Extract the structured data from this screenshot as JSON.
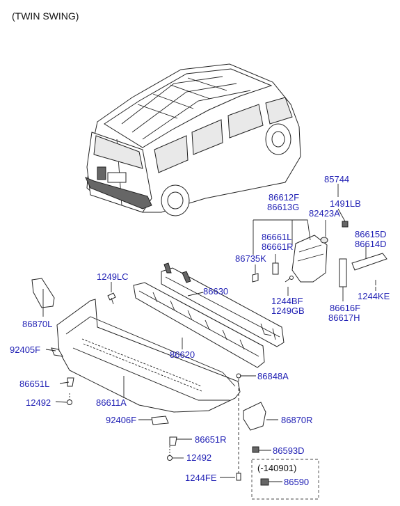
{
  "title": "(TWIN SWING)",
  "note": "(-140901)",
  "labels": {
    "p85744": "85744",
    "p86612F": "86612F",
    "p86613G": "86613G",
    "p1491LB": "1491LB",
    "p82423A": "82423A",
    "p86661L": "86661L",
    "p86661R": "86661R",
    "p86615D": "86615D",
    "p86614D": "86614D",
    "p86735K": "86735K",
    "p1249LC": "1249LC",
    "p86630": "86630",
    "p1244KE": "1244KE",
    "p1244BF": "1244BF",
    "p1249GB": "1249GB",
    "p86616F": "86616F",
    "p86617H": "86617H",
    "p86870L": "86870L",
    "p92405F": "92405F",
    "p86620": "86620",
    "p86848A": "86848A",
    "p86651L": "86651L",
    "p86611A": "86611A",
    "p12492a": "12492",
    "p92406F": "92406F",
    "p86870R": "86870R",
    "p86651R": "86651R",
    "p86593D": "86593D",
    "p12492b": "12492",
    "p1244FE": "1244FE",
    "p86590": "86590"
  }
}
